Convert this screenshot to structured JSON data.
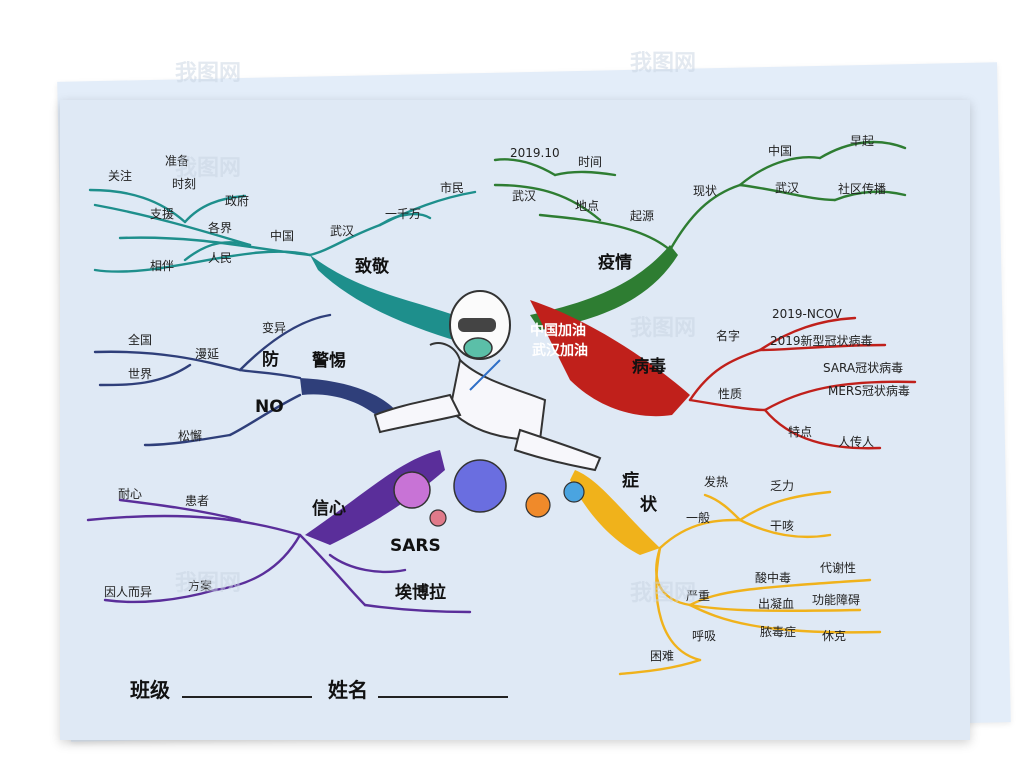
{
  "center_slogan": [
    "中国加油",
    "武汉加油"
  ],
  "colors": {
    "teal": "#1e8f8c",
    "green": "#2e7d32",
    "navy": "#2f3f7a",
    "red": "#c0201b",
    "purple": "#5a2e9a",
    "yellow": "#f0b21b"
  },
  "branches": {
    "zhijing": {
      "title": "致敬",
      "l1": {
        "zhongguo": "中国",
        "wuhan": "武汉"
      },
      "guanzhu": "关注",
      "zhunbei": "准备",
      "shike": "时刻",
      "zhengfu": "政府",
      "zhiyuan": "支援",
      "gejie": "各界",
      "xiangban": "相伴",
      "renmin": "人民",
      "yiqianwan": "一千万",
      "shimin": "市民"
    },
    "yiqing": {
      "title": "疫情",
      "date": "2019.10",
      "shijian": "时间",
      "wuhan": "武汉",
      "didian": "地点",
      "qiyuan": "起源",
      "xianzhuang": "现状",
      "zhongguo": "中国",
      "zaoqi": "早起",
      "wuhan2": "武汉",
      "shequ": "社区传播"
    },
    "jingti": {
      "title": "警惕",
      "fang": "防",
      "bianyi": "变异",
      "manyan": "漫延",
      "quanguo": "全国",
      "shijie": "世界",
      "no": "NO",
      "songxie": "松懈"
    },
    "bingdu": {
      "title": "病毒",
      "mingzi": "名字",
      "ncov": "2019-NCOV",
      "xinxing": "2019新型冠状病毒",
      "xingzhi": "性质",
      "sara": "SARA冠状病毒",
      "mers": "MERS冠状病毒",
      "tedian": "特点",
      "renchuanren": "人传人"
    },
    "xinxin": {
      "title": "信心",
      "naixin": "耐心",
      "huanzhe": "患者",
      "yinrenyiyi": "因人而异",
      "fangan": "方案",
      "sars": "SARS",
      "ebola": "埃博拉"
    },
    "zhengzhuang": {
      "title1": "症",
      "title2": "状",
      "fare": "发热",
      "yiban": "一般",
      "fali": "乏力",
      "ganke": "干咳",
      "yanzhong": "严重",
      "suanzhongdu": "酸中毒",
      "daixiexing": "代谢性",
      "chuningxue": "出凝血",
      "gongneng": "功能障碍",
      "nongduzheng": "脓毒症",
      "xiuke": "休克",
      "huxi": "呼吸",
      "kunnan": "困难"
    }
  },
  "footer": {
    "class_label": "班级",
    "name_label": "姓名"
  },
  "watermark": "我图网"
}
